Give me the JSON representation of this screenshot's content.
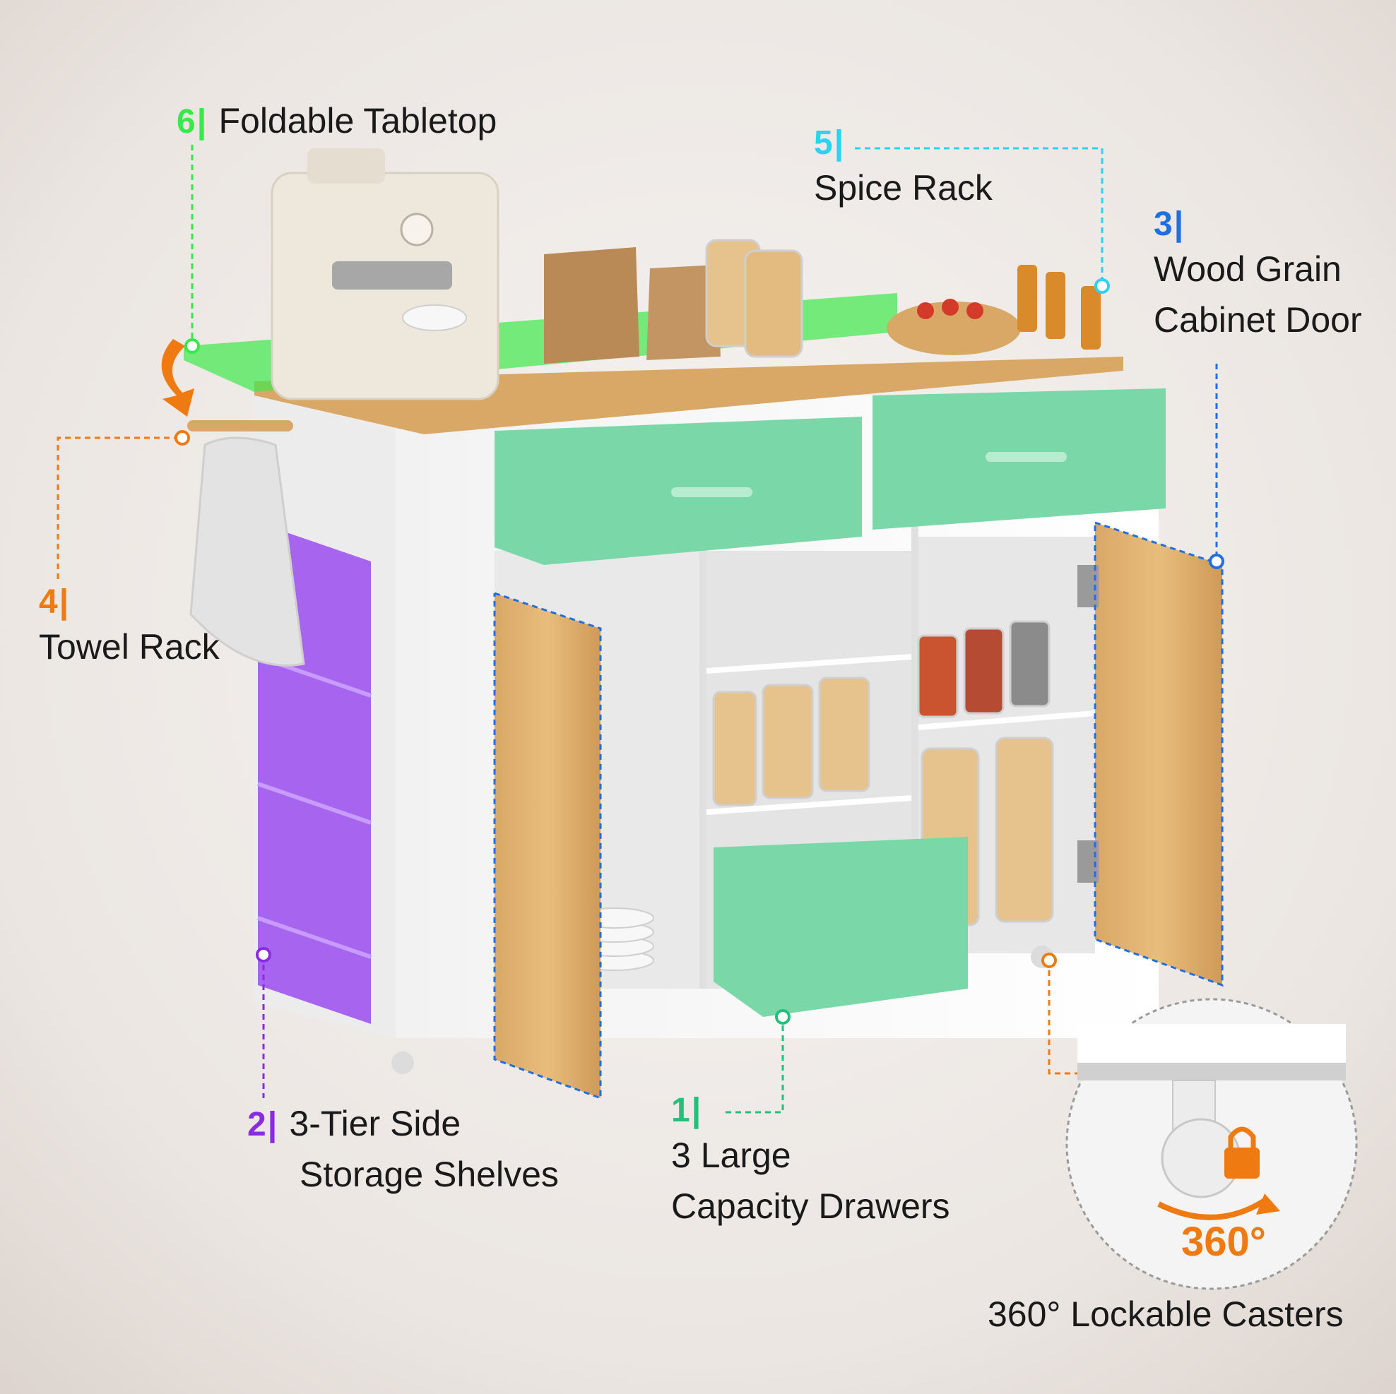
{
  "colors": {
    "green": "#39e84a",
    "purple": "#8a2be2",
    "blue": "#1f6fe0",
    "orange": "#f07a12",
    "cyan": "#2bd3f0",
    "teal": "#22c07a",
    "drawer": "#7ad8a8",
    "wood": "#d6a35e"
  },
  "callouts": {
    "c6": {
      "num": "6",
      "label": "Foldable Tabletop"
    },
    "c5": {
      "num": "5",
      "label": "Spice Rack"
    },
    "c3": {
      "num": "3",
      "label1": "Wood Grain",
      "label2": "Cabinet Door"
    },
    "c4": {
      "num": "4",
      "label": "Towel Rack"
    },
    "c2": {
      "num": "2",
      "label1": "3-Tier Side",
      "label2": "Storage Shelves"
    },
    "c1": {
      "num": "1",
      "label1": "3 Large",
      "label2": "Capacity Drawers"
    },
    "casters": {
      "badge": "360°",
      "label": "360° Lockable Casters"
    }
  }
}
